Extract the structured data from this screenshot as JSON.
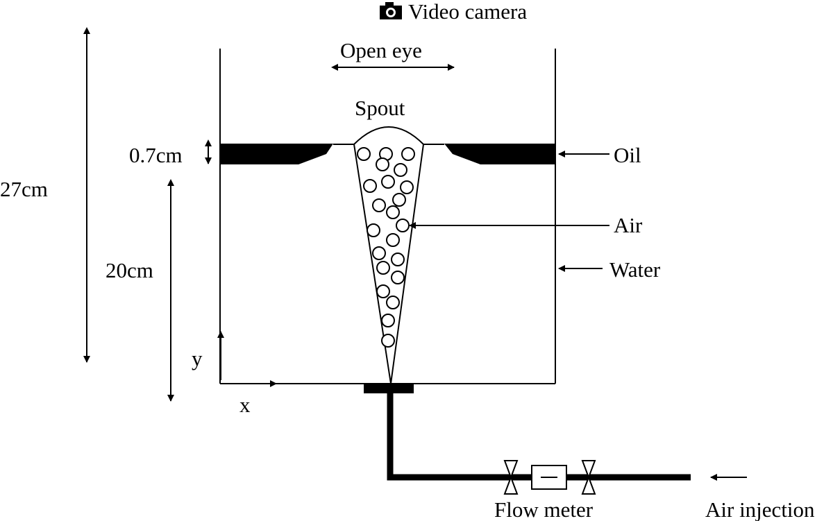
{
  "labels": {
    "video_camera": "Video camera",
    "open_eye": "Open eye",
    "spout": "Spout",
    "oil_thickness": "0.7cm",
    "oil": "Oil",
    "total_height": "27cm",
    "water_height": "20cm",
    "air": "Air",
    "water": "Water",
    "y_axis": "y",
    "x_axis": "x",
    "flow_meter": "Flow meter",
    "air_injection": "Air injection"
  },
  "icons": {
    "camera": "camera-icon",
    "valve": "valve-icon"
  },
  "colors": {
    "ink": "#000000",
    "background": "#ffffff"
  }
}
